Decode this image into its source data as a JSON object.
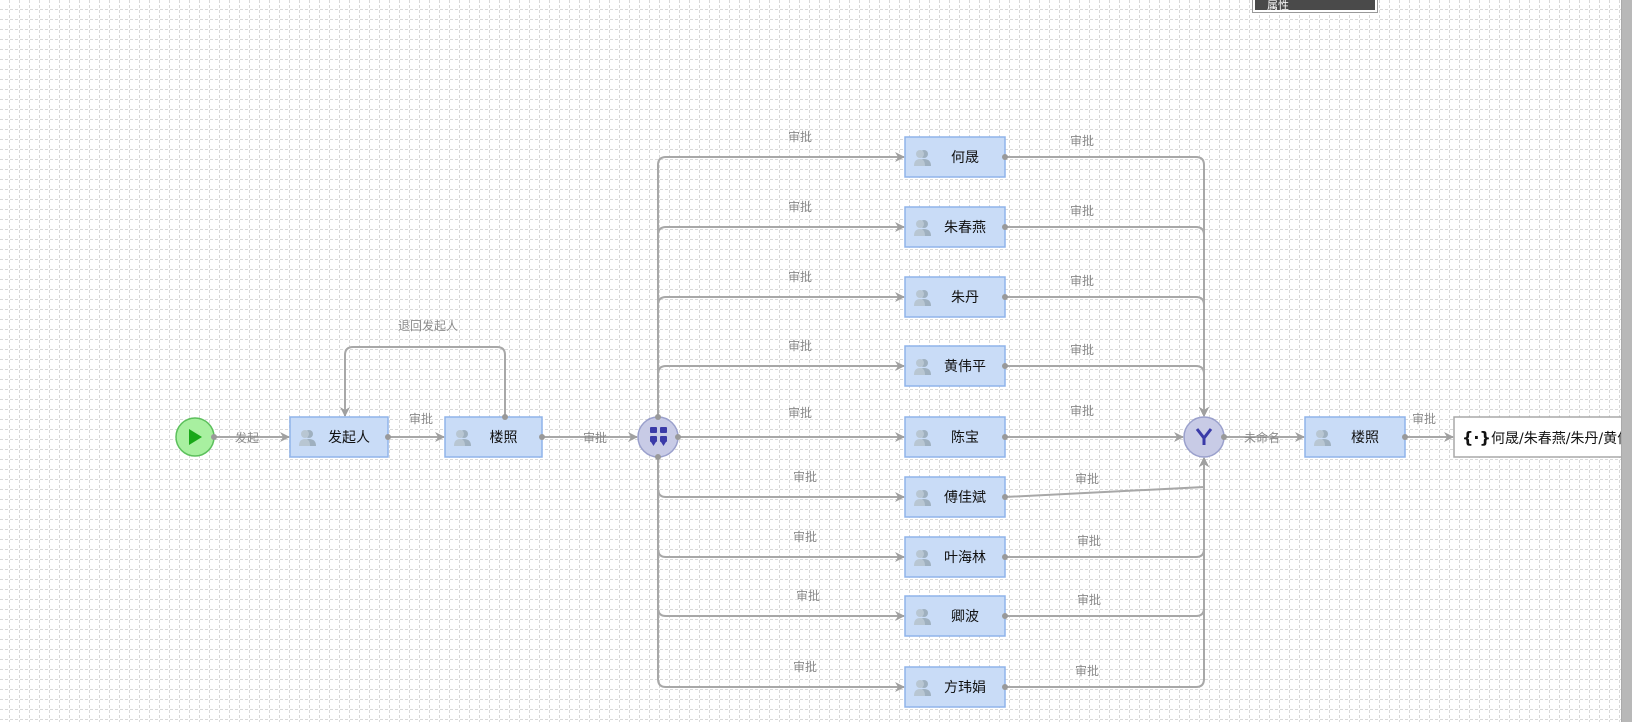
{
  "panel": {
    "title": "属性"
  },
  "start": {
    "icon": "play-icon",
    "color": "#a8f0a0"
  },
  "edge_labels": {
    "start": "发起",
    "approve": "审批",
    "return": "退回发起人",
    "unnamed": "未命名"
  },
  "nodes": {
    "initiator": "发起人",
    "first_approver": "楼照",
    "parallel_approvers": [
      "何晟",
      "朱春燕",
      "朱丹",
      "黄伟平",
      "陈宝",
      "傅佳斌",
      "叶海林",
      "卿波",
      "方玮娟"
    ],
    "final_approver": "楼照",
    "script": "何晟/朱春燕/朱丹/黄伟平/陈宝/傅佳斌/叶海林/卿波/方玮娟"
  },
  "colors": {
    "task_fill": "#c9dcf7",
    "task_border": "#8fb4ea",
    "gateway_fill": "#c8cbe6",
    "gateway_border": "#9aa0cc",
    "edge": "#a8a8a8",
    "gateway_icon": "#3a3aa8"
  }
}
